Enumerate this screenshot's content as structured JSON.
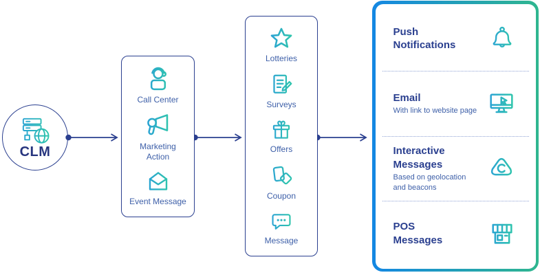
{
  "colors": {
    "outline_navy": "#2a3f8f",
    "label_blue": "#3d5fa8",
    "icon_gradient_start": "#2a9fd8",
    "icon_gradient_end": "#30c9a8",
    "panel_gradient_start": "#1487e3",
    "panel_gradient_end": "#2fb68f",
    "background": "#ffffff"
  },
  "diagram": {
    "source": {
      "label": "CLM",
      "icon": "server-globe-icon"
    },
    "stage1": {
      "items": [
        {
          "label": "Call Center",
          "icon": "call-center-icon"
        },
        {
          "label": "Marketing\nAction",
          "icon": "megaphone-icon"
        },
        {
          "label": "Event Message",
          "icon": "open-envelope-icon"
        }
      ]
    },
    "stage2": {
      "items": [
        {
          "label": "Lotteries",
          "icon": "star-icon"
        },
        {
          "label": "Surveys",
          "icon": "survey-pencil-icon"
        },
        {
          "label": "Offers",
          "icon": "gift-icon"
        },
        {
          "label": "Coupon",
          "icon": "coupon-icon"
        },
        {
          "label": "Message",
          "icon": "chat-bubble-icon"
        }
      ]
    },
    "stage3": {
      "items": [
        {
          "title": "Push\nNotifications",
          "subtitle": "",
          "icon": "bell-icon"
        },
        {
          "title": "Email",
          "subtitle": "With link to website page",
          "icon": "monitor-cursor-icon"
        },
        {
          "title": "Interactive\nMessages",
          "subtitle": "Based on geolocation\nand beacons",
          "icon": "beacon-icon"
        },
        {
          "title": "POS\nMessages",
          "subtitle": "",
          "icon": "storefront-icon"
        }
      ]
    }
  }
}
